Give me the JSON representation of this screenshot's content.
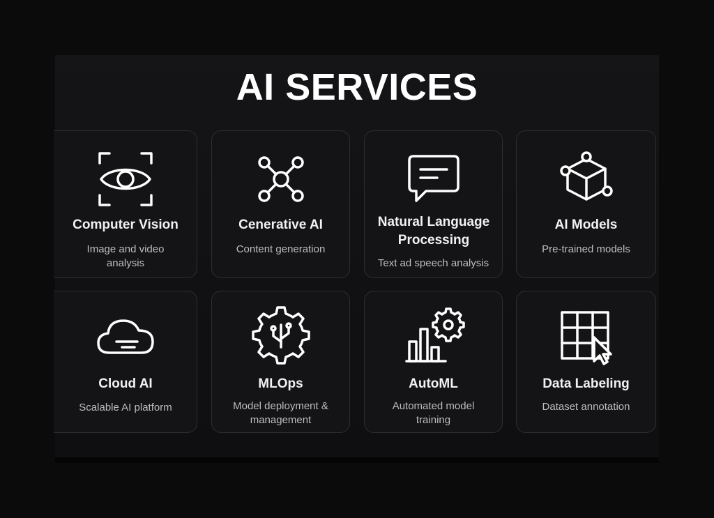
{
  "page": {
    "title": "AI SERVICES"
  },
  "services": [
    {
      "title": "Computer Vision",
      "subtitle": "Image and video analysis",
      "icon": "eye-scan-icon"
    },
    {
      "title": "Cenerative AI",
      "subtitle": "Content generation",
      "icon": "network-nodes-icon"
    },
    {
      "title": "Natural Language Processing",
      "subtitle": "Text ad speech analysis",
      "icon": "chat-bubble-icon"
    },
    {
      "title": "AI Models",
      "subtitle": "Pre-trained models",
      "icon": "cube-icon"
    },
    {
      "title": "Cloud AI",
      "subtitle": "Scalable AI platform",
      "icon": "cloud-icon"
    },
    {
      "title": "MLOps",
      "subtitle": "Model deployment & management",
      "icon": "gear-circuit-icon"
    },
    {
      "title": "AutoML",
      "subtitle": "Automated model training",
      "icon": "bar-chart-gear-icon"
    },
    {
      "title": "Data Labeling",
      "subtitle": "Dataset annotation",
      "icon": "grid-cursor-icon"
    }
  ],
  "colors": {
    "background": "#0b0b0c",
    "panel": "#141416",
    "card_border": "#2e2e32",
    "text": "#ffffff",
    "subtext": "#bdbdc2"
  }
}
